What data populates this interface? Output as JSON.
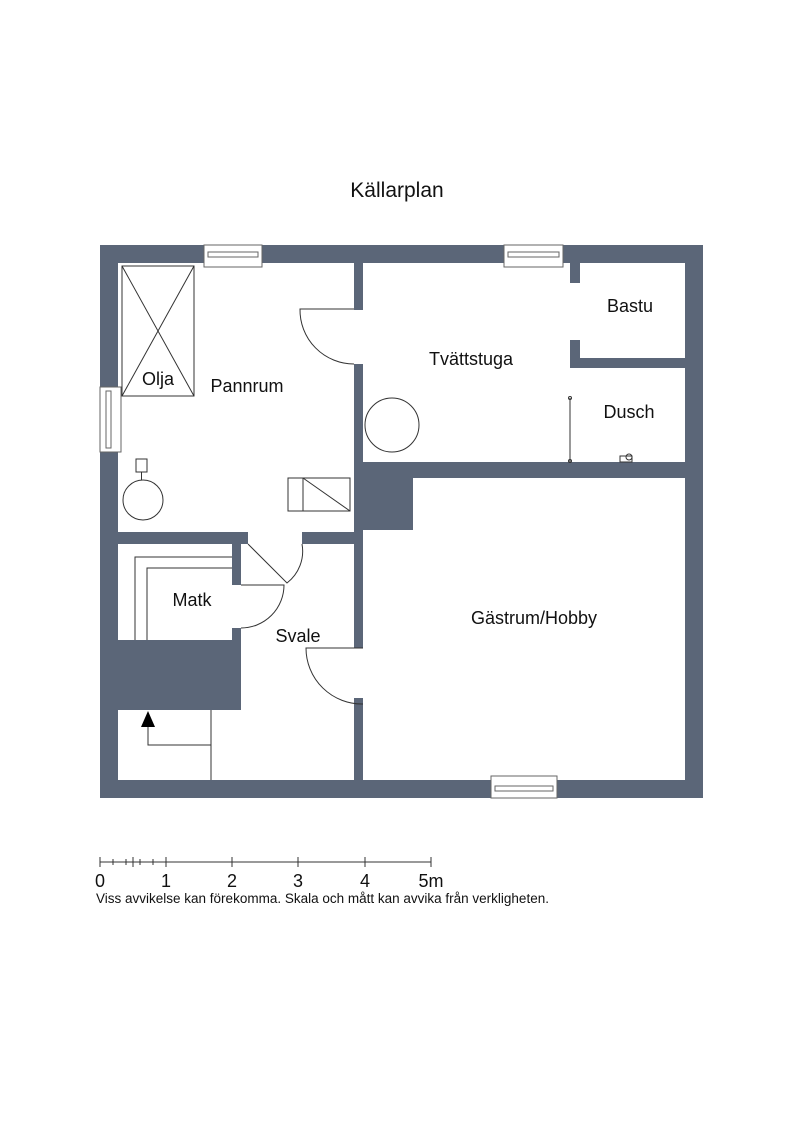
{
  "title": "Källarplan",
  "rooms": {
    "olja": "Olja",
    "pannrum": "Pannrum",
    "tvattstuga": "Tvättstuga",
    "bastu": "Bastu",
    "dusch": "Dusch",
    "matk": "Matk",
    "svale": "Svale",
    "gastrum": "Gästrum/Hobby"
  },
  "scale": {
    "ticks": [
      "0",
      "1",
      "2",
      "3",
      "4",
      "5m"
    ],
    "disclaimer": "Viss avvikelse kan förekomma. Skala och mått kan avvika från verkligheten."
  },
  "colors": {
    "wall": "#5b6678"
  }
}
